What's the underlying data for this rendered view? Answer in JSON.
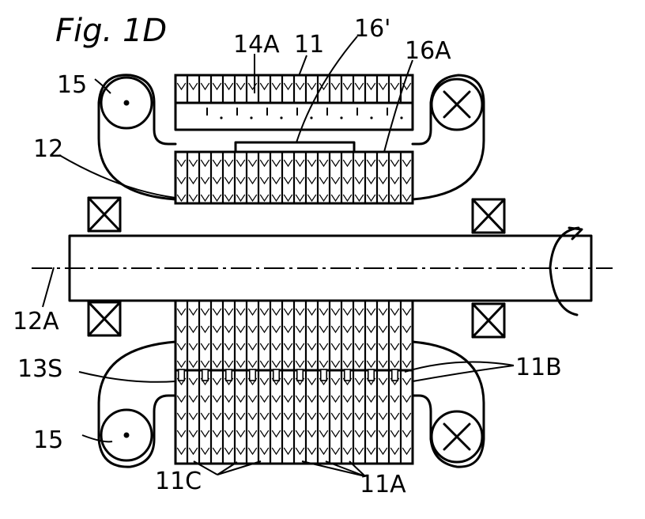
{
  "figure_title": "Fig. 1D",
  "labels": {
    "l14A": "14A",
    "l11": "11",
    "l16p": "16'",
    "l16A": "16A",
    "l15_top": "15",
    "l12": "12",
    "l12A": "12A",
    "l13S": "13S",
    "l11B": "11B",
    "l15_bottom": "15",
    "l11C": "11C",
    "l11A": "11A"
  }
}
